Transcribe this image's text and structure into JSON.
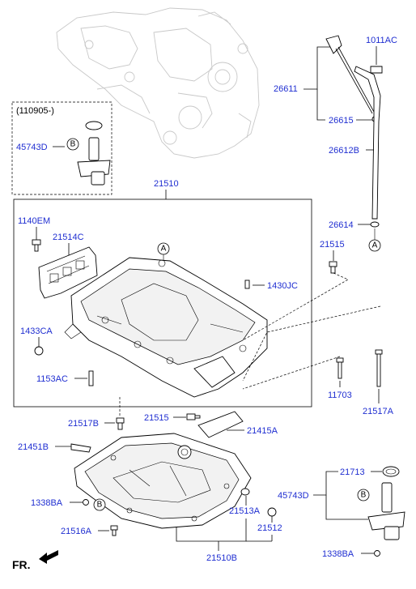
{
  "labels": {
    "p1011AC": "1011AC",
    "p26611": "26611",
    "p26615": "26615",
    "p26612B": "26612B",
    "p26614": "26614",
    "p21515_top": "21515",
    "p110905": "(110905-)",
    "p45743D_top": "45743D",
    "p21510": "21510",
    "p1140EM": "1140EM",
    "p21514C": "21514C",
    "p1430JC": "1430JC",
    "p1433CA": "1433CA",
    "p1153AC": "1153AC",
    "p11703": "11703",
    "p21517A": "21517A",
    "p21517B": "21517B",
    "p21515_mid": "21515",
    "p21415A": "21415A",
    "p21451B": "21451B",
    "p21713": "21713",
    "p45743D_bot": "45743D",
    "p1338BA_left": "1338BA",
    "p21513A": "21513A",
    "p21516A": "21516A",
    "p21512": "21512",
    "p21510B": "21510B",
    "p1338BA_right": "1338BA",
    "fr": "FR."
  },
  "callouts": {
    "a_top": "A",
    "a_pan": "A",
    "b_top": "B",
    "b_lower": "B",
    "b_right": "B"
  },
  "colors": {
    "label": "#1f2ed1",
    "line": "#000000",
    "ghost": "#c8c8c8"
  }
}
